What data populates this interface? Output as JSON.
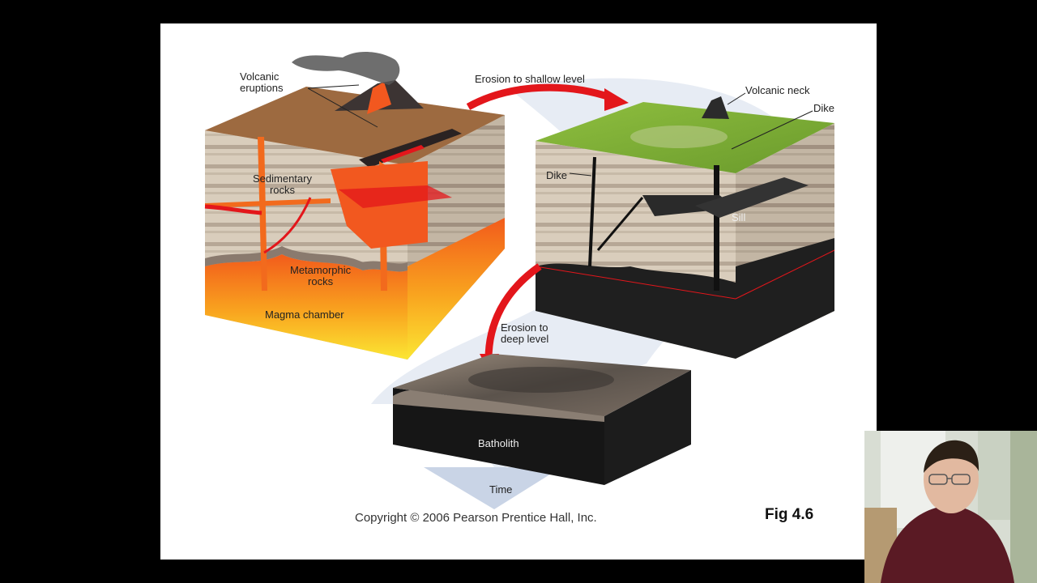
{
  "labels": {
    "volcanic_eruptions": [
      "Volcanic",
      "eruptions"
    ],
    "sedimentary_rocks": [
      "Sedimentary",
      "rocks"
    ],
    "metamorphic_rocks": [
      "Metamorphic",
      "rocks"
    ],
    "magma_chamber": "Magma chamber",
    "erosion_shallow": "Erosion to shallow level",
    "volcanic_neck": "Volcanic neck",
    "dike_right": "Dike",
    "dike_left": "Dike",
    "sill": "Sill",
    "erosion_deep": [
      "Erosion to",
      "deep level"
    ],
    "batholith": "Batholith",
    "time": "Time"
  },
  "copyright": "Copyright © 2006 Pearson Prentice Hall, Inc.",
  "fig_label": "Fig 4.6",
  "colors": {
    "background": "#000000",
    "slide": "#ffffff",
    "arrow_red": "#e3161b",
    "magma": "#f07a1e",
    "grass": "#7fae3a",
    "rock_dark": "#2a2a2a",
    "time_arrow": "#c9d4e6"
  }
}
